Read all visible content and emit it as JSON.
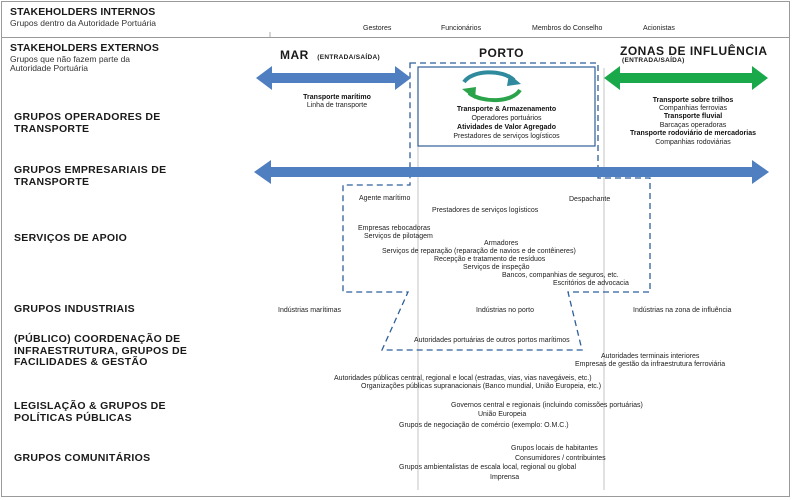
{
  "internos": {
    "title": "STAKEHOLDERS INTERNOS",
    "subtitle": "Grupos dentro da Autoridade Portuária",
    "columns": [
      "Gestores",
      "Funcionários",
      "Membros do Conselho",
      "Acionistas"
    ]
  },
  "externos": {
    "title": "STAKEHOLDERS EXTERNOS",
    "subtitle_1": "Grupos que não fazem parte da",
    "subtitle_2": "Autoridade Portuária"
  },
  "zones": {
    "mar": "MAR",
    "mar_note": "(ENTRADA/SAÍDA)",
    "porto": "PORTO",
    "influencia": "ZONAS DE INFLUÊNCIA",
    "influencia_note": "(ENTRADA/SAÍDA)"
  },
  "colors": {
    "blue_arrow": "#4f7fc0",
    "green_arrow": "#19a84a",
    "dashed_line": "#2f5f9a",
    "cycle_green": "#2aa34a",
    "cycle_teal": "#2f8a9e"
  },
  "rows": {
    "operadores": [
      "GRUPOS OPERADORES DE",
      "TRANSPORTE"
    ],
    "empresariais": [
      "GRUPOS EMPRESARIAIS DE",
      "TRANSPORTE"
    ],
    "apoio": [
      "SERVIÇOS DE APOIO"
    ],
    "industriais": [
      "GRUPOS INDUSTRIAIS"
    ],
    "coordenacao": [
      "(PÚBLICO) COORDENAÇÃO DE",
      "INFRAESTRUTURA, GRUPOS DE",
      "FACILIDADES & GESTÃO"
    ],
    "legislacao": [
      "LEGISLAÇÃO & GRUPOS DE",
      "POLÍTICAS PÚBLICAS"
    ],
    "comunitarios": [
      "GRUPOS COMUNITÁRIOS"
    ]
  },
  "mar_transport": {
    "bold": "Transporte marítimo",
    "normal": "Linha de transporte"
  },
  "porto_box": {
    "l1": "Transporte & Armazenamento",
    "l2": "Operadores portuários",
    "l3": "Atividades de Valor Agregado",
    "l4": "Prestadores de serviços logísticos"
  },
  "influencia_transport": {
    "l1": "Transporte sobre trilhos",
    "l2": "Companhias ferrovias",
    "l3": "Transporte fluvial",
    "l4": "Barcaças operadoras",
    "l5": "Transporte rodoviário de mercadorias",
    "l6": "Companhias rodoviárias"
  },
  "apoio_items": {
    "agente": "Agente marítimo",
    "despachante": "Despachante",
    "prestadores": "Prestadores de serviços logísticos",
    "rebocadoras": "Empresas rebocadoras",
    "pilotagem": "Serviços de pilotagem",
    "armadores": "Armadores",
    "reparacao": "Serviços de reparação (reparação de navios e de contêineres)",
    "residuos": "Recepção e tratamento de resíduos",
    "inspecao": "Serviços de inspeção",
    "bancos": "Bancos, companhias de seguros, etc.",
    "advocacia": "Escritórios de advocacia"
  },
  "industriais_items": {
    "maritimas": "Indústrias marítimas",
    "porto": "Indústrias no porto",
    "influencia": "Indústrias na zona de influência"
  },
  "coordenacao_items": {
    "outros": "Autoridades portuárias de outros portos marítimos",
    "terminais": "Autoridades terminais interiores",
    "ferroviaria": "Empresas de gestão da infraestrutura ferroviária",
    "publicas": "Autoridades públicas central, regional e local (estradas, vias, vias navegáveis, etc.)",
    "supranacionais": "Organizações públicas supranacionais (Banco mundial, União Europeia, etc.)"
  },
  "legislacao_items": {
    "governos": "Governos central e regionais (incluindo comissões portuárias)",
    "ue": "União Europeia",
    "negociacao": "Grupos de negociação de comércio (exemplo: O.M.C.)"
  },
  "comunitarios_items": {
    "locais": "Grupos locais de habitantes",
    "consumidores": "Consumidores / contribuintes",
    "ambientalistas": "Grupos ambientalistas de escala local, regional ou global",
    "imprensa": "Imprensa"
  }
}
